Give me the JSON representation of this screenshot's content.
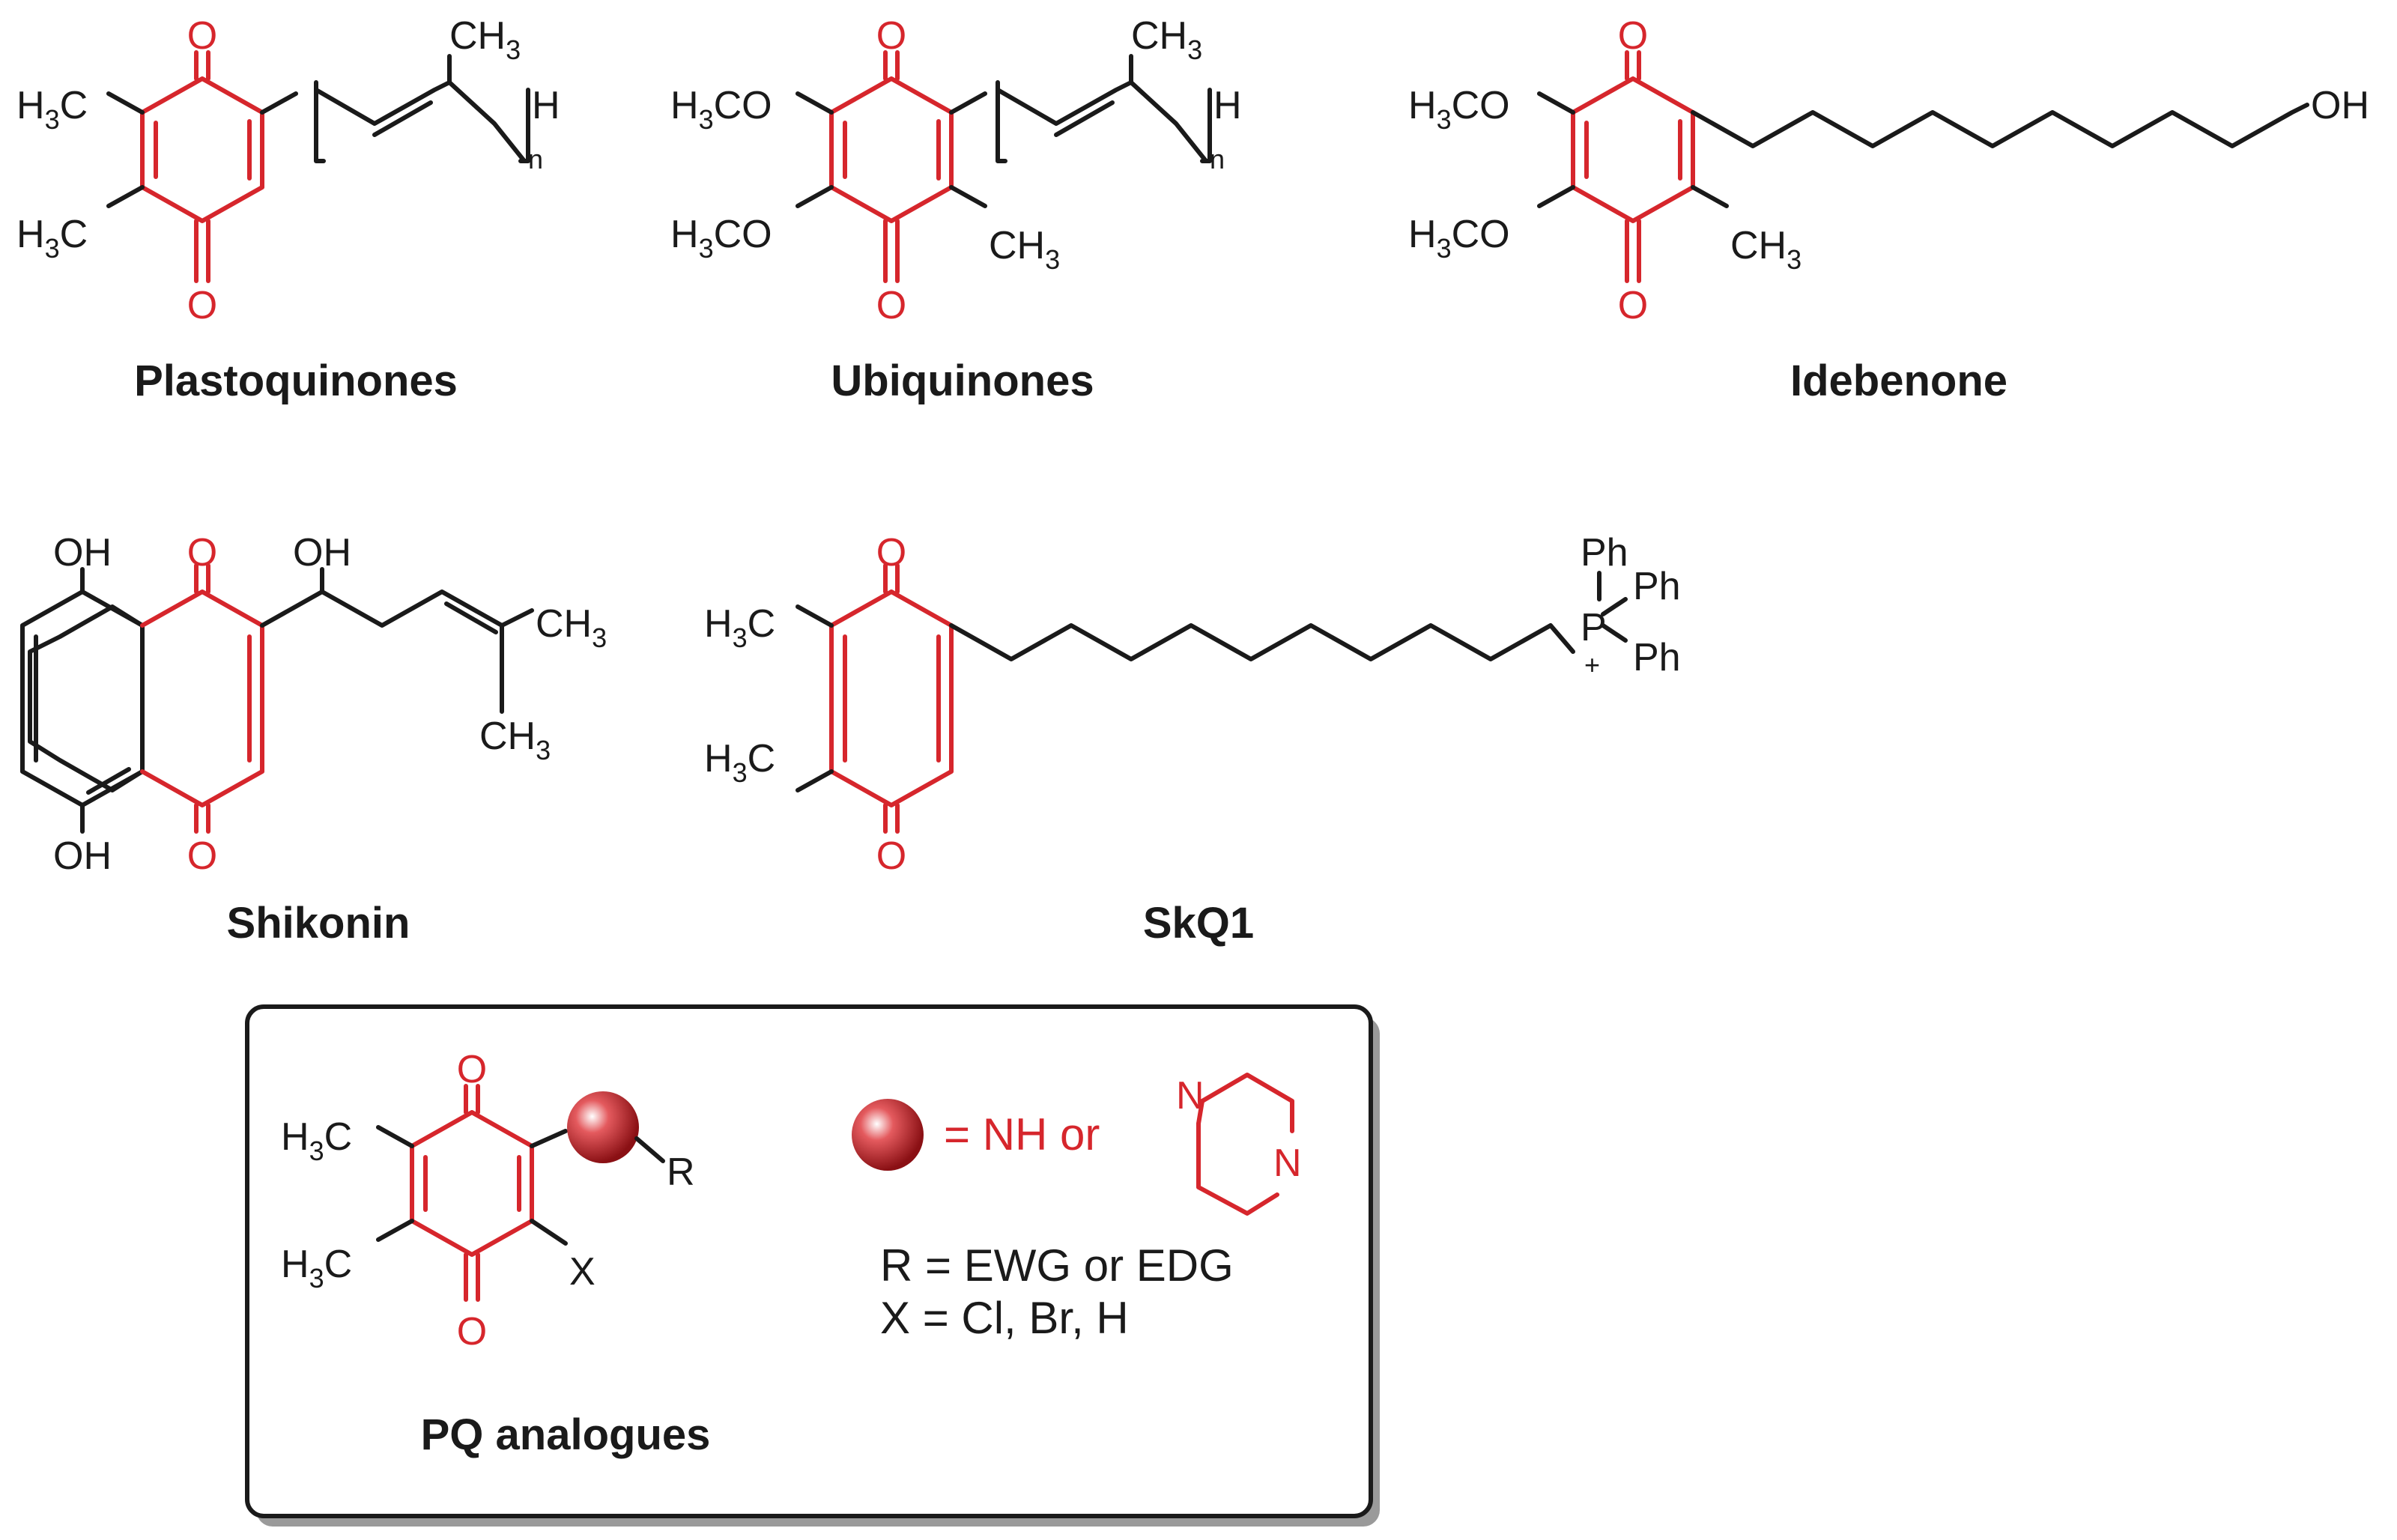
{
  "labels": {
    "o": "O",
    "oh": "OH",
    "h": "H",
    "n_sub": "n",
    "methyl_prefix": "H",
    "methyl_sub": "3",
    "methyl_c": "C",
    "methoxy_suffix": "CO",
    "ch_prefix": "CH",
    "ch_sub": "3",
    "ph": "Ph",
    "p": "P",
    "plus": "+",
    "r": "R",
    "x": "X",
    "n": "N"
  },
  "captions": {
    "plastoquinones": "Plastoquinones",
    "ubiquinones": "Ubiquinones",
    "idebenone": "Idebenone",
    "shikonin": "Shikonin",
    "skq1": "SkQ1",
    "pq_analogues": "PQ analogues"
  },
  "legend": {
    "equals_nh_or": "= NH or",
    "r_def": "R = EWG or EDG",
    "x_def": "X = Cl, Br, H"
  },
  "colors": {
    "quinone_core": "#d6262c",
    "bonds": "#1a1a1a"
  }
}
